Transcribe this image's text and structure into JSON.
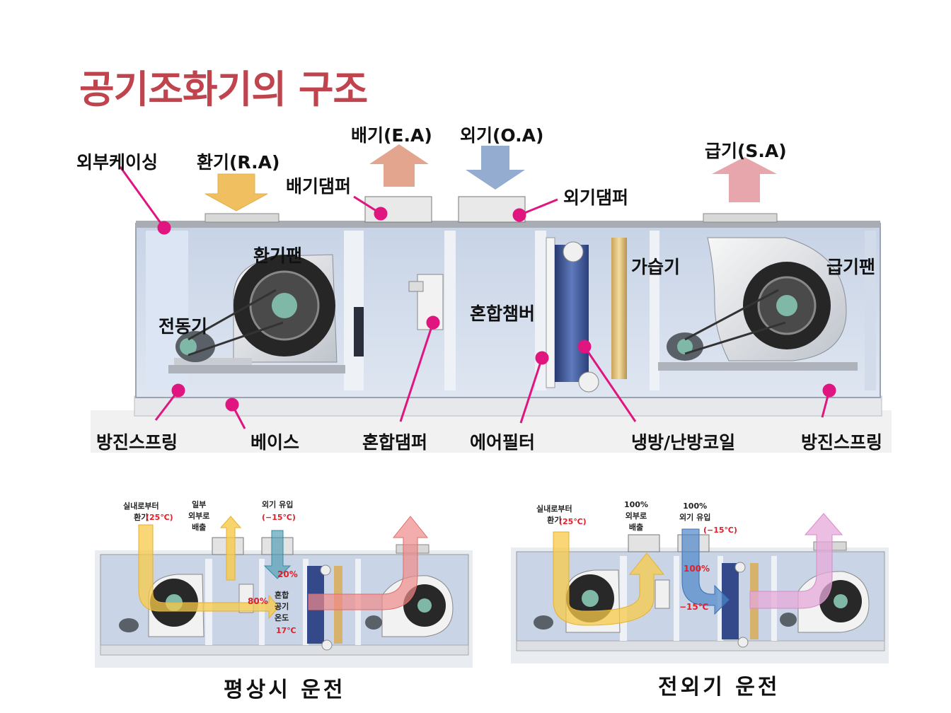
{
  "title": "공기조화기의 구조",
  "main_diagram": {
    "labels": {
      "outer_casing": "외부케이싱",
      "return_air": "환기(R.A)",
      "exhaust_air": "배기(E.A)",
      "outside_air": "외기(O.A)",
      "supply_air": "급기(S.A)",
      "exhaust_damper": "배기댐퍼",
      "outside_damper": "외기댐퍼",
      "return_fan": "환기팬",
      "motor": "전동기",
      "mixing_chamber": "혼합챔버",
      "humidifier": "가습기",
      "supply_fan": "급기팬",
      "vib_spring_left": "방진스프링",
      "base": "베이스",
      "mixing_damper": "혼합댐퍼",
      "air_filter": "에어필터",
      "coil": "냉방/난방코일",
      "vib_spring_right": "방진스프링"
    },
    "colors": {
      "return_arrow": "#f0c060",
      "exhaust_arrow": "#e3a58e",
      "outside_arrow": "#93acd0",
      "supply_arrow": "#e6a6ab",
      "pointer": "#e0157f"
    }
  },
  "normal_op": {
    "caption": "평상시 운전",
    "indoor_label": "실내로부터\n환기",
    "indoor_temp": "(25℃)",
    "partial_label": "일부\n외부로\n배출",
    "oa_label": "외기 유입",
    "oa_temp": "(−15℃)",
    "pct_oa": "20%",
    "pct_ra": "80%",
    "mix_label": "혼합\n공기\n온도",
    "mix_temp": "17℃"
  },
  "full_oa_op": {
    "caption": "전외기 운전",
    "indoor_label": "실내로부터\n환기",
    "indoor_temp": "(25℃)",
    "exhaust_label": "100%\n외부로\n배출",
    "oa_label": "100%\n외기 유입",
    "oa_temp": "(−15℃)",
    "pct_oa": "100%",
    "mix_temp": "−15℃"
  }
}
